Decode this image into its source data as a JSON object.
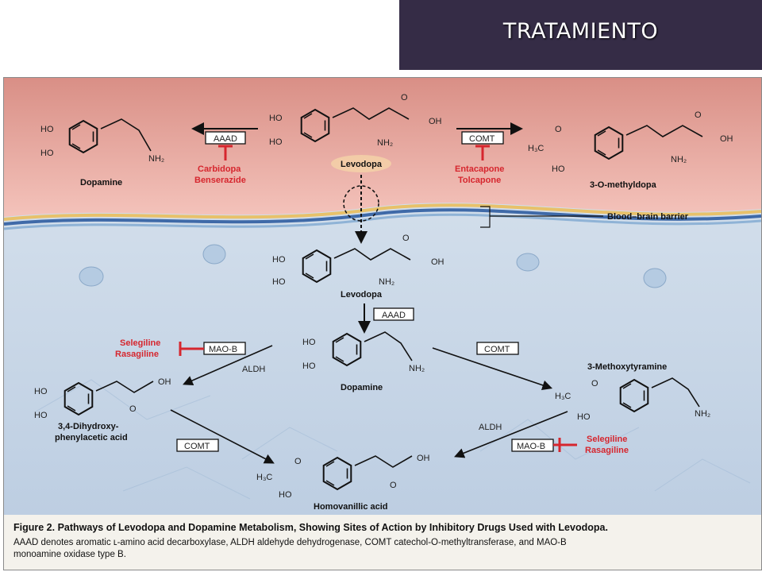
{
  "slide": {
    "title": "TRATAMIENTO"
  },
  "diagram": {
    "top": {
      "levodopa": "Levodopa",
      "dopamine": "Dopamine",
      "methyldopa": "3-O-methyldopa",
      "aaad": "AAAD",
      "comt": "COMT",
      "carbidopa": "Carbidopa",
      "benserazide": "Benserazide",
      "entacapone": "Entacapone",
      "tolcapone": "Tolcapone",
      "bbb": "Blood–brain barrier"
    },
    "brain": {
      "levodopa": "Levodopa",
      "aaad": "AAAD",
      "dopamine": "Dopamine",
      "maob_left": "MAO-B",
      "selegiline_left": "Selegiline",
      "rasagiline_left": "Rasagiline",
      "aldh_left": "ALDH",
      "comt_right": "COMT",
      "methoxytyramine": "3-Methoxytyramine",
      "dopac_line1": "3,4-Dihydroxy-",
      "dopac_line2": "phenylacetic acid",
      "comt_bottom": "COMT",
      "aldh_right": "ALDH",
      "maob_right": "MAO-B",
      "selegiline_right": "Selegiline",
      "rasagiline_right": "Rasagiline",
      "hva": "Homovanillic acid"
    },
    "chem": {
      "ho": "HO",
      "oh": "OH",
      "o": "O",
      "nh2": "NH₂",
      "h3c": "H₃C"
    },
    "caption": {
      "title": "Figure 2. Pathways of Levodopa and Dopamine Metabolism, Showing Sites of Action by Inhibitory Drugs Used with Levodopa.",
      "line1": "AAAD denotes aromatic ʟ-amino acid decarboxylase, ALDH aldehyde dehydrogenase, COMT catechol-O-methyltransferase, and MAO-B",
      "line2": "monoamine oxidase type B."
    },
    "colors": {
      "blood": "#e8a69c",
      "brain": "#c7d6e6",
      "inhibitor": "#d6262e",
      "slide_bar": "#352c46"
    }
  }
}
